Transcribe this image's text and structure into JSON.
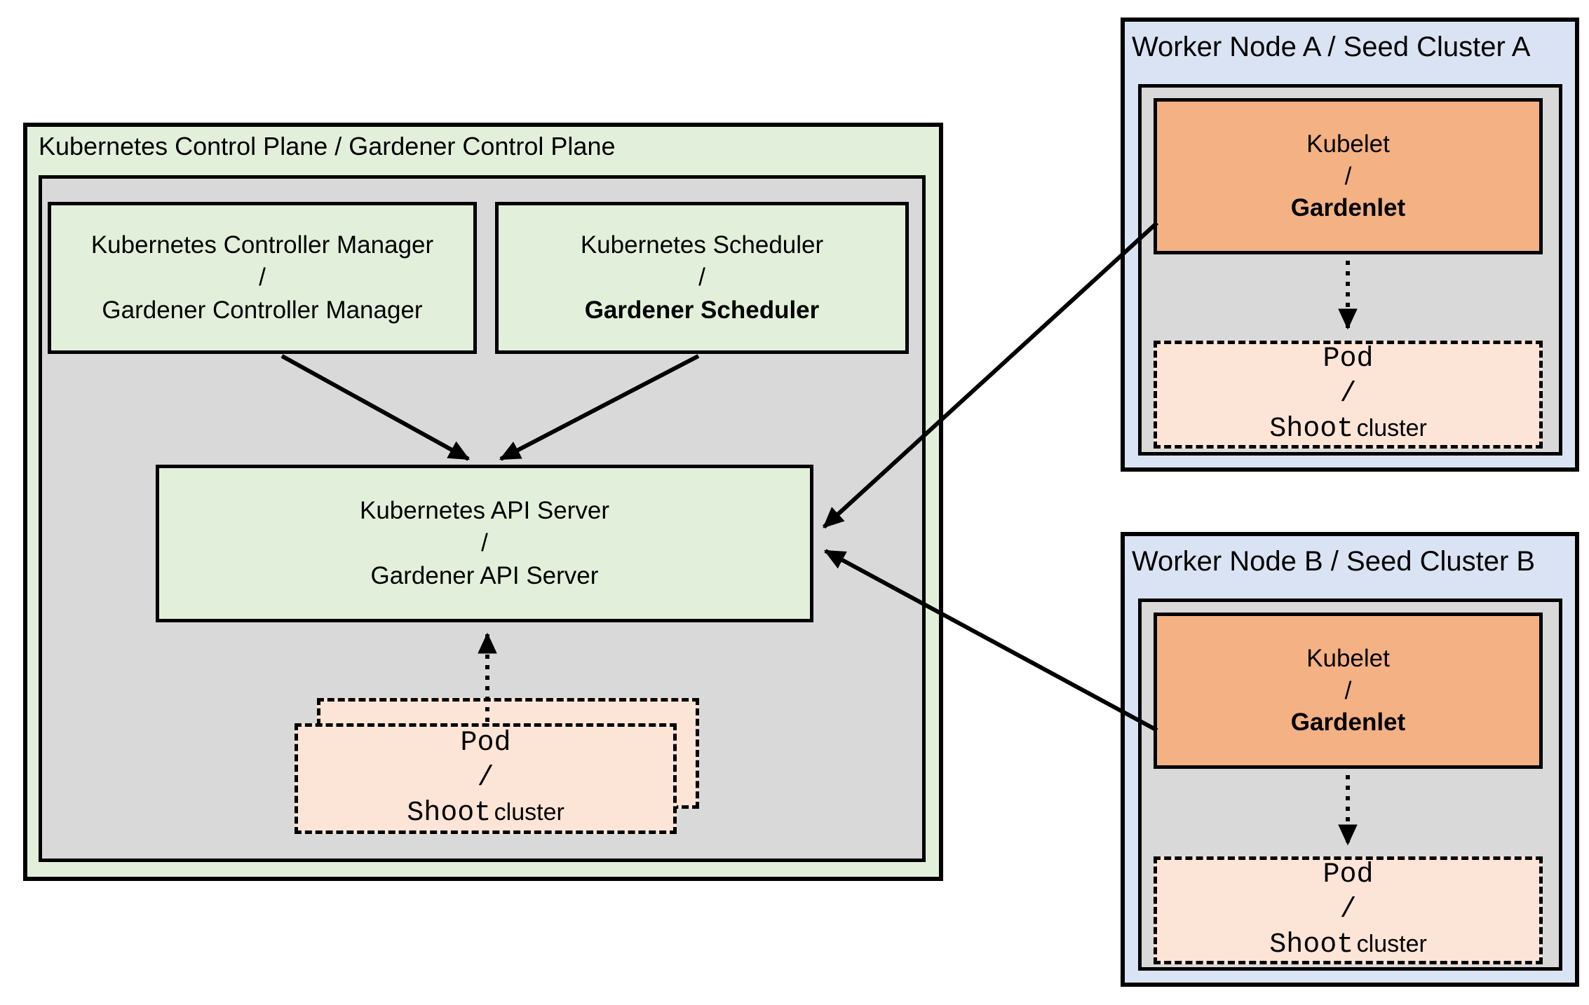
{
  "colors": {
    "light_green": "#e2efda",
    "gray": "#d9d9d9",
    "light_blue": "#dae3f3",
    "orange": "#f4b183",
    "peach": "#fce4d6",
    "line": "#000000"
  },
  "control_plane": {
    "title": "Kubernetes Control Plane / Gardener Control Plane",
    "controller_manager": {
      "line1": "Kubernetes Controller Manager",
      "separator": "/",
      "line2": "Gardener Controller Manager"
    },
    "scheduler": {
      "line1": "Kubernetes Scheduler",
      "separator": "/",
      "line2": "Gardener Scheduler"
    },
    "api_server": {
      "line1": "Kubernetes API Server",
      "separator": "/",
      "line2": "Gardener API Server"
    },
    "pod": {
      "line1": "Pod",
      "separator": "/",
      "shoot": "Shoot",
      "cluster": "cluster"
    }
  },
  "worker_node_a": {
    "title": "Worker Node A / Seed Cluster A",
    "kubelet": {
      "line1": "Kubelet",
      "separator": "/",
      "line2": "Gardenlet"
    },
    "pod": {
      "line1": "Pod",
      "separator": "/",
      "shoot": "Shoot",
      "cluster": "cluster"
    }
  },
  "worker_node_b": {
    "title": "Worker Node B / Seed Cluster B",
    "kubelet": {
      "line1": "Kubelet",
      "separator": "/",
      "line2": "Gardenlet"
    },
    "pod": {
      "line1": "Pod",
      "separator": "/",
      "shoot": "Shoot",
      "cluster": "cluster"
    }
  }
}
